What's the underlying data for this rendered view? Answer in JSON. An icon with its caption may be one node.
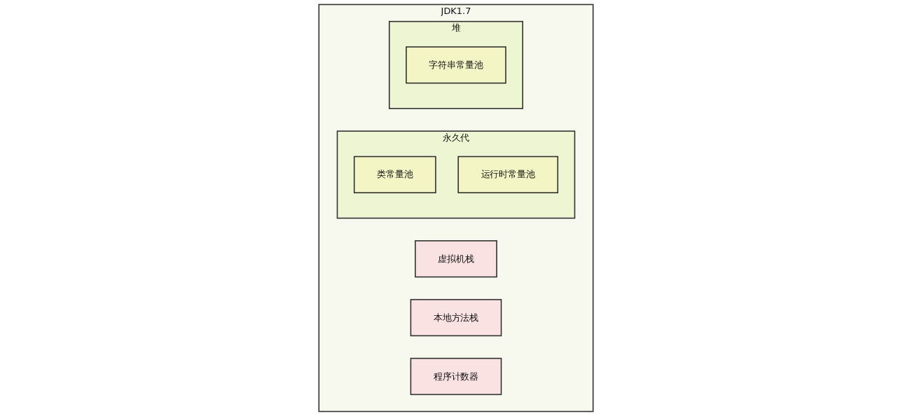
{
  "diagram": {
    "nodes": [
      {
        "text": [
          "JDK1.7"
        ]
      },
      {
        "text": [
          "永久代"
        ],
        "in": 0
      },
      {
        "text": [
          "类常量池"
        ],
        "in": 1
      },
      {
        "text": [
          "运行时常量池"
        ],
        "in": 1
      },
      {
        "text": [
          "堆"
        ],
        "in": 0
      },
      {
        "text": [
          "字符串常量池"
        ],
        "in": 4
      },
      {
        "text": [
          "虚拟机栈"
        ],
        "in": 0
      },
      {
        "text": [
          "本地方法栈"
        ],
        "in": 0
      },
      {
        "text": [
          "程序计数器"
        ],
        "in": 0
      }
    ]
  }
}
